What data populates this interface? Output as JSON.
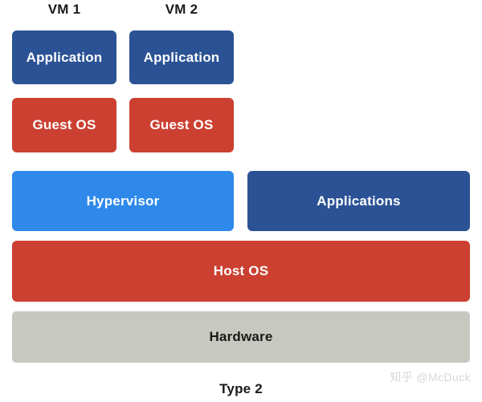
{
  "diagram": {
    "title_bottom": "Type 2",
    "watermark": "知乎 @McDuck",
    "background_color": "#ffffff",
    "vm_labels": [
      {
        "text": "VM 1"
      },
      {
        "text": "VM 2"
      }
    ],
    "layers": {
      "applications_vm": [
        {
          "label": "Application",
          "color": "#2b5294"
        },
        {
          "label": "Application",
          "color": "#2b5294"
        }
      ],
      "guest_os": [
        {
          "label": "Guest OS",
          "color": "#cb4031"
        },
        {
          "label": "Guest OS",
          "color": "#cb4031"
        }
      ],
      "middle_row": [
        {
          "label": "Hypervisor",
          "color": "#2e89ea"
        },
        {
          "label": "Applications",
          "color": "#2b5294"
        }
      ],
      "host_os": {
        "label": "Host OS",
        "color": "#cb4031"
      },
      "hardware": {
        "label": "Hardware",
        "color": "#c7c8c0"
      }
    }
  }
}
